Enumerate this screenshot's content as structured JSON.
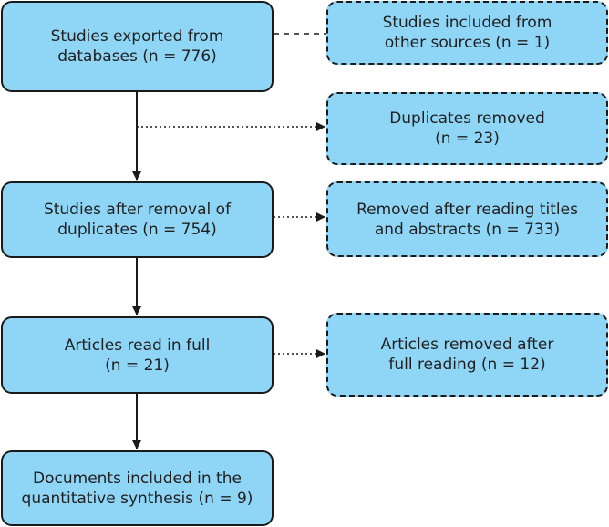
{
  "colors": {
    "box_fill": "#8fd6f6",
    "border": "#1a1a1a",
    "text": "#1f1f1f"
  },
  "main_boxes": [
    {
      "line1": "Studies exported from",
      "line2": "databases (n = 776)"
    },
    {
      "line1": "Studies after removal of",
      "line2": "duplicates (n = 754)"
    },
    {
      "line1": "Articles read in full",
      "line2": "(n = 21)"
    },
    {
      "line1": "Documents included in the",
      "line2": "quantitative synthesis (n = 9)"
    }
  ],
  "side_boxes": [
    {
      "line1": "Studies included from",
      "line2": "other sources (n = 1)"
    },
    {
      "line1": "Duplicates removed",
      "line2": "(n = 23)"
    },
    {
      "line1": "Removed after reading titles",
      "line2": "and abstracts (n = 733)"
    },
    {
      "line1": "Articles removed after",
      "line2": "full reading (n = 12)"
    }
  ]
}
